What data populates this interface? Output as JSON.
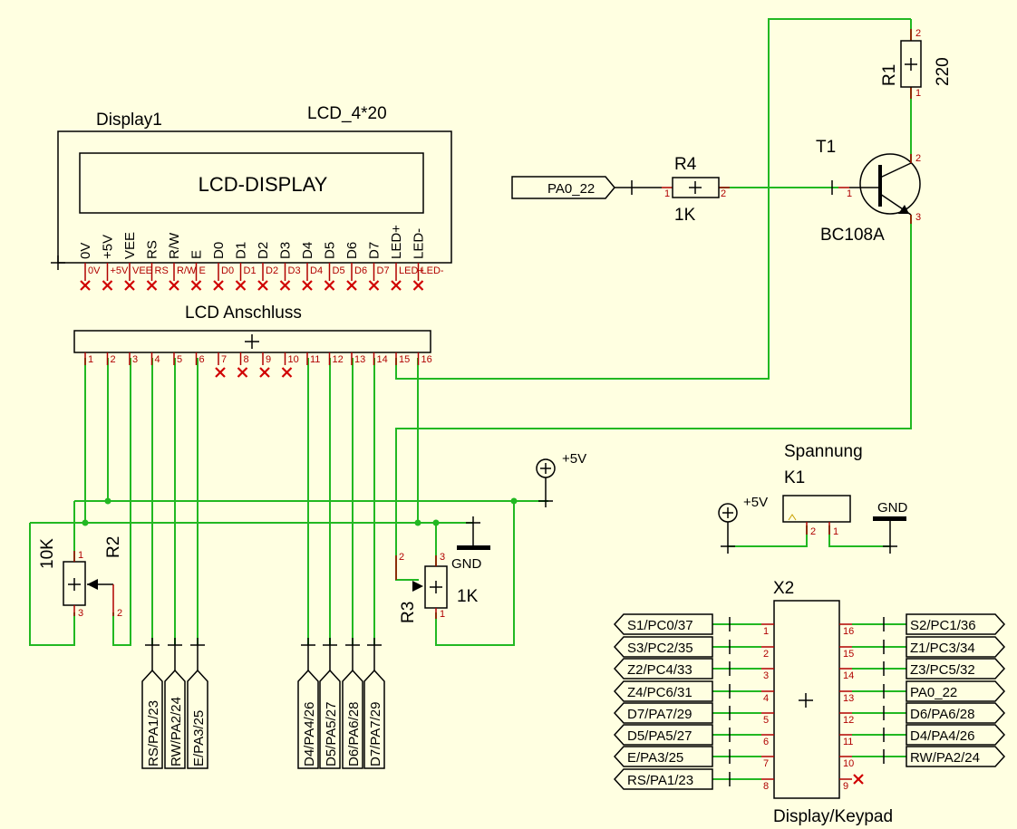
{
  "display": {
    "name": "Display1",
    "value": "LCD_4*20",
    "screen_text": "LCD-DISPLAY",
    "pin_labels": [
      "0V",
      "+5V",
      "VEE",
      "RS",
      "R/W",
      "E",
      "D0",
      "D1",
      "D2",
      "D3",
      "D4",
      "D5",
      "D6",
      "D7",
      "LED+",
      "LED-"
    ],
    "pin_numbers": [
      "0V",
      "+5V",
      "VEE",
      "RS",
      "R/W",
      "E",
      "D0",
      "D1",
      "D2",
      "D3",
      "D4",
      "D5",
      "D6",
      "D7",
      "LED+",
      "LED-"
    ]
  },
  "connector": {
    "title": "LCD Anschluss",
    "pins": [
      "1",
      "2",
      "3",
      "4",
      "5",
      "6",
      "7",
      "8",
      "9",
      "10",
      "11",
      "12",
      "13",
      "14",
      "15",
      "16"
    ]
  },
  "r1": {
    "name": "R1",
    "value": "220",
    "pin_top": "2",
    "pin_bottom": "1"
  },
  "r4": {
    "name": "R4",
    "value": "1K",
    "pin_left": "1",
    "pin_right": "2"
  },
  "t1": {
    "name": "T1",
    "value": "BC108A",
    "pin_b": "1",
    "pin_c": "2",
    "pin_e": "3"
  },
  "pa0_port": "PA0_22",
  "power": {
    "vcc": "+5V",
    "vcc2": "+5V",
    "gnd": "GND",
    "gnd2": "GND"
  },
  "r2": {
    "name": "R2",
    "value": "10K",
    "pin1": "1",
    "pin2": "2",
    "pin3": "3"
  },
  "r3": {
    "name": "R3",
    "value": "1K",
    "pin1": "1",
    "pin2": "2",
    "pin3": "3"
  },
  "k1": {
    "title": "Spannung",
    "name": "K1",
    "pin1": "1",
    "pin2": "2"
  },
  "ports_left": [
    "RS/PA1/23",
    "RW/PA2/24",
    "E/PA3/25"
  ],
  "ports_mid": [
    "D4/PA4/26",
    "D5/PA5/27",
    "D6/PA6/28",
    "D7/PA7/29"
  ],
  "x2": {
    "name": "X2",
    "title": "Display/Keypad",
    "left_labels": [
      "S1/PC0/37",
      "S3/PC2/35",
      "Z2/PC4/33",
      "Z4/PC6/31",
      "D7/PA7/29",
      "D5/PA5/27",
      "E/PA3/25",
      "RS/PA1/23"
    ],
    "left_pins": [
      "1",
      "2",
      "3",
      "4",
      "5",
      "6",
      "7",
      "8"
    ],
    "right_labels": [
      "S2/PC1/36",
      "Z1/PC3/34",
      "Z3/PC5/32",
      "PA0_22",
      "D6/PA6/28",
      "D4/PA4/26",
      "RW/PA2/24"
    ],
    "right_pins": [
      "16",
      "15",
      "14",
      "13",
      "12",
      "11",
      "10",
      "9"
    ]
  },
  "colors": {
    "background": "#FFFFE1",
    "wire": "#22B822",
    "pin_stub": "#B00000",
    "no_connect": "#D00000"
  }
}
